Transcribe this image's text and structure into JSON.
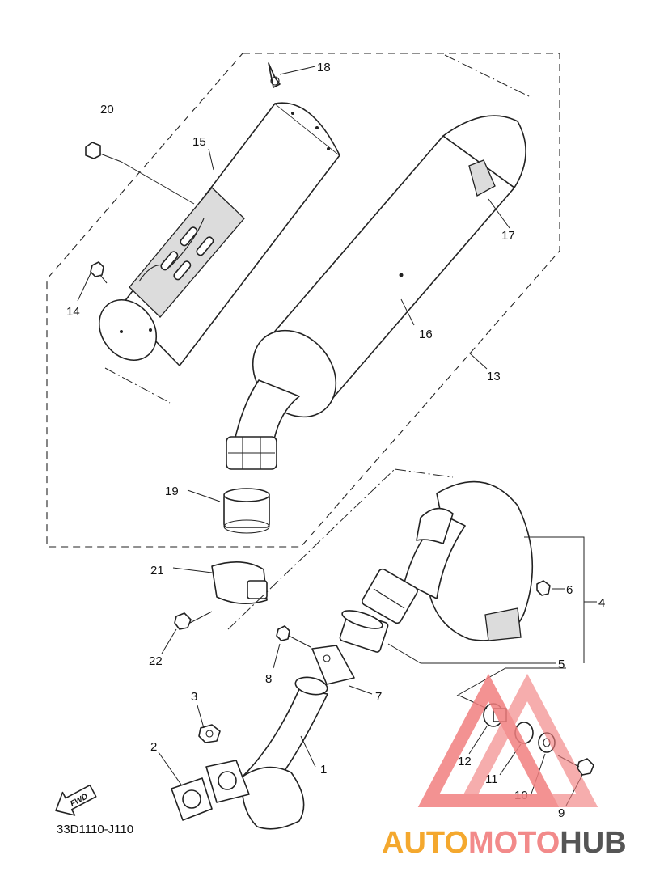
{
  "diagram": {
    "drawing_code": "33D1110-J110",
    "direction_label": "FWD",
    "callouts": [
      "1",
      "2",
      "3",
      "4",
      "5",
      "6",
      "7",
      "8",
      "9",
      "10",
      "11",
      "12",
      "13",
      "14",
      "15",
      "16",
      "17",
      "18",
      "19",
      "20",
      "21",
      "22"
    ]
  },
  "watermark": {
    "part1": "AUTO",
    "part2": "MOTO",
    "part3": "HUB",
    "colors": {
      "auto": "#f4a82e",
      "moto": "#f28a8a",
      "hub": "#555555",
      "triangle": "#f27f7f"
    }
  }
}
